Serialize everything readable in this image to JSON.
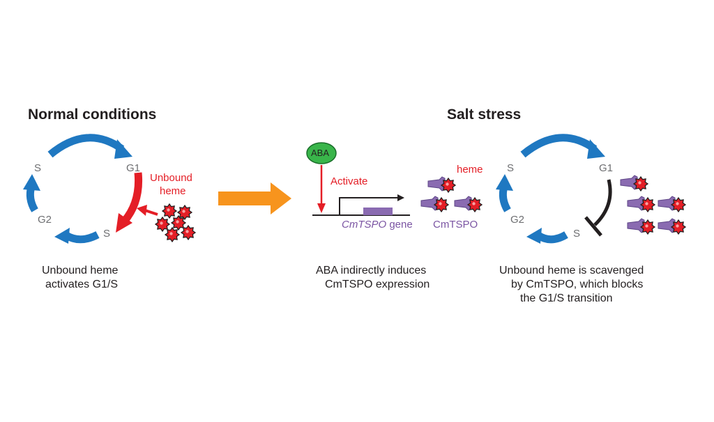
{
  "normal": {
    "title": "Normal conditions",
    "phases": {
      "s_top": "S",
      "g1": "G1",
      "g2": "G2",
      "s_bottom": "S"
    },
    "heme_label_line1": "Unbound",
    "heme_label_line2": "heme",
    "caption_line1": "Unbound heme",
    "caption_line2": "activates G1/S"
  },
  "middle": {
    "aba_label": "ABA",
    "activate_label": "Activate",
    "gene_label_italic": "CmTSPO",
    "gene_label_suffix": " gene",
    "protein_label": "CmTSPO",
    "heme_label": "heme",
    "caption_line1": "ABA indirectly induces",
    "caption_line2": "CmTSPO expression"
  },
  "stress": {
    "title": "Salt stress",
    "phases": {
      "s_top": "S",
      "g1": "G1",
      "g2": "G2",
      "s_bottom": "S"
    },
    "caption_line1": "Unbound heme is scavenged",
    "caption_line2": "by CmTSPO, which blocks",
    "caption_line3": "the G1/S transition"
  },
  "colors": {
    "cycle_blue": "#1f78c1",
    "activation_red": "#e41e26",
    "transition_arrow_orange": "#f7941d",
    "aba_green": "#39b54a",
    "protein_purple": "#8a6bb1",
    "heme_red": "#e41e26"
  }
}
